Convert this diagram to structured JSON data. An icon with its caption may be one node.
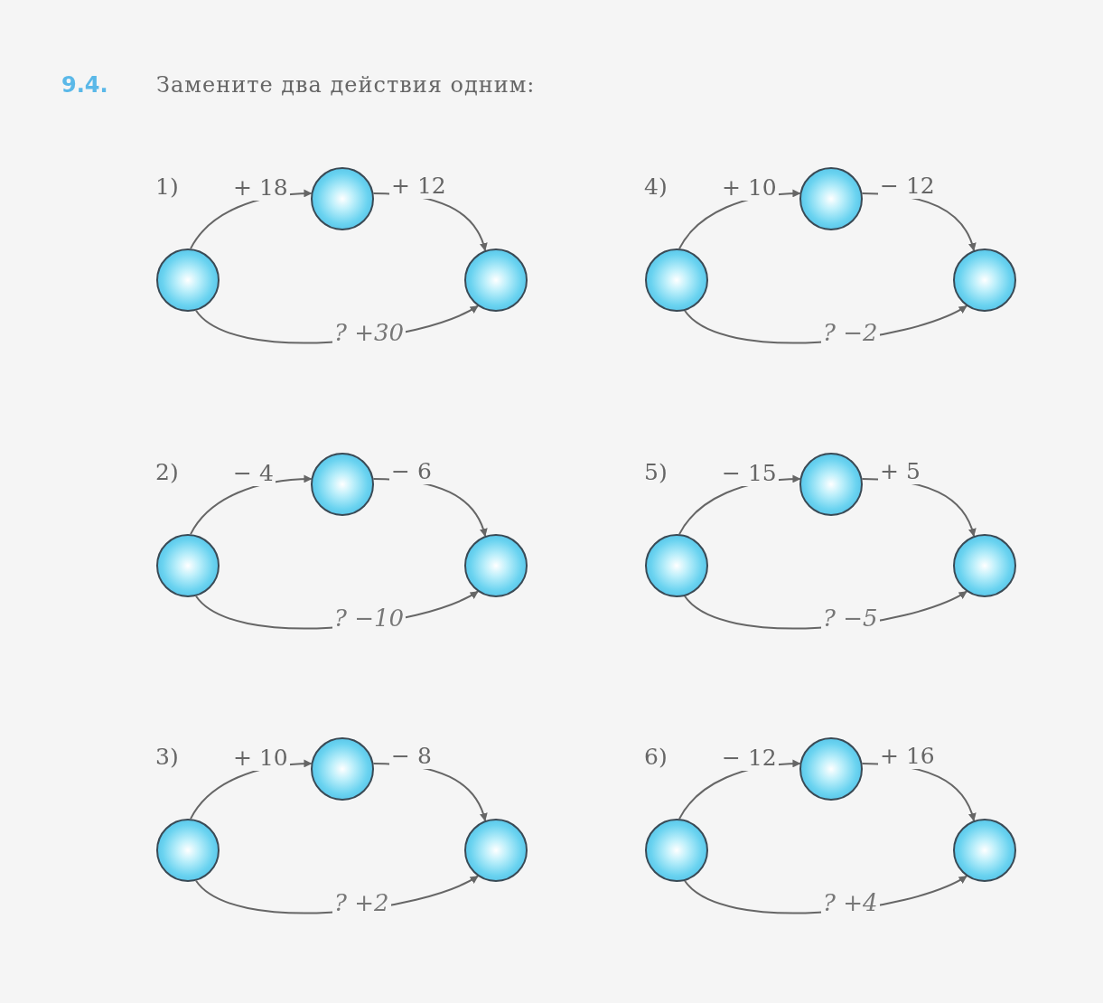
{
  "diagram": {
    "title": "Замените два действия одним:",
    "nodes": [
      {
        "text": [],
        "shape": "circle"
      },
      {
        "text": [],
        "shape": "circle"
      },
      {
        "text": [],
        "shape": "circle"
      },
      {
        "text": [],
        "shape": "circle"
      },
      {
        "text": [],
        "shape": "circle"
      },
      {
        "text": [],
        "shape": "circle"
      },
      {
        "text": [],
        "shape": "circle"
      },
      {
        "text": [],
        "shape": "circle"
      },
      {
        "text": [],
        "shape": "circle"
      },
      {
        "text": [],
        "shape": "circle"
      },
      {
        "text": [],
        "shape": "circle"
      },
      {
        "text": [],
        "shape": "circle"
      },
      {
        "text": [],
        "shape": "circle"
      },
      {
        "text": [],
        "shape": "circle"
      },
      {
        "text": [],
        "shape": "circle"
      },
      {
        "text": [],
        "shape": "circle"
      },
      {
        "text": [],
        "shape": "circle"
      },
      {
        "text": [],
        "shape": "circle"
      }
    ],
    "edges": [
      {
        "from": 0,
        "to": 1,
        "arrow": "to",
        "label": "+ 18"
      },
      {
        "from": 1,
        "to": 2,
        "arrow": "to",
        "label": "+ 12"
      },
      {
        "from": 0,
        "to": 2,
        "arrow": "to",
        "label": "? +30"
      },
      {
        "from": 3,
        "to": 4,
        "arrow": "to",
        "label": "+ 10"
      },
      {
        "from": 4,
        "to": 5,
        "arrow": "to",
        "label": "− 12"
      },
      {
        "from": 3,
        "to": 5,
        "arrow": "to",
        "label": "? −2"
      },
      {
        "from": 6,
        "to": 7,
        "arrow": "to",
        "label": "− 4"
      },
      {
        "from": 7,
        "to": 8,
        "arrow": "to",
        "label": "− 6"
      },
      {
        "from": 6,
        "to": 8,
        "arrow": "to",
        "label": "? −10"
      },
      {
        "from": 9,
        "to": 10,
        "arrow": "to",
        "label": "− 15"
      },
      {
        "from": 10,
        "to": 11,
        "arrow": "to",
        "label": "+ 5"
      },
      {
        "from": 9,
        "to": 11,
        "arrow": "to",
        "label": "? −5"
      },
      {
        "from": 12,
        "to": 13,
        "arrow": "to",
        "label": "+ 10"
      },
      {
        "from": 13,
        "to": 14,
        "arrow": "to",
        "label": "− 8"
      },
      {
        "from": 12,
        "to": 14,
        "arrow": "to",
        "label": "? +2"
      },
      {
        "from": 15,
        "to": 16,
        "arrow": "to",
        "label": "− 12"
      },
      {
        "from": 16,
        "to": 17,
        "arrow": "to",
        "label": "+ 16"
      },
      {
        "from": 15,
        "to": 17,
        "arrow": "to",
        "label": "? +4"
      }
    ],
    "labels": [
      "9.4.",
      "1)",
      "4)",
      "2)",
      "5)",
      "3)",
      "6)"
    ]
  }
}
